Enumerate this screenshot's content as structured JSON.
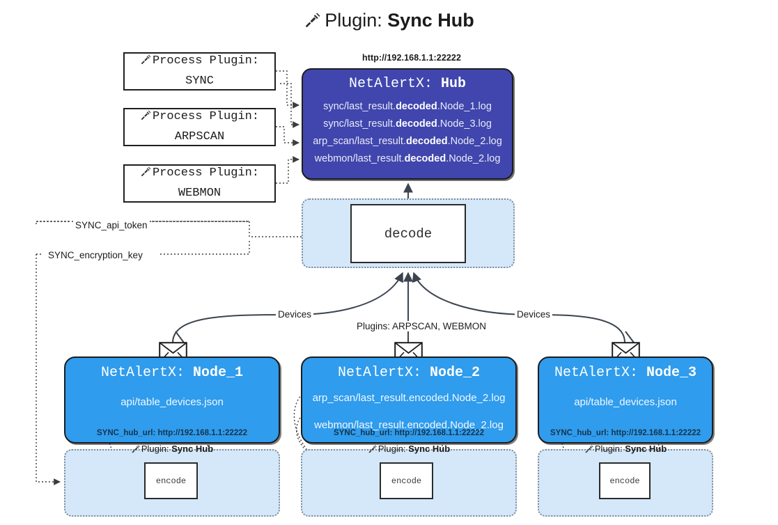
{
  "title": {
    "icon": "plug-icon",
    "prefix": "Plugin:",
    "name": "Sync Hub"
  },
  "process_plugins": [
    {
      "icon": "plug-icon",
      "line1": "Process Plugin:",
      "line2": "SYNC"
    },
    {
      "icon": "plug-icon",
      "line1": "Process Plugin:",
      "line2": "ARPSCAN"
    },
    {
      "icon": "plug-icon",
      "line1": "Process Plugin:",
      "line2": "WEBMON"
    }
  ],
  "hub": {
    "url": "http://192.168.1.1:22222",
    "title_prefix": "NetAlertX:",
    "title_name": "Hub",
    "loglines": [
      {
        "pre": "sync/last_result.",
        "em": "decoded",
        "post": ".Node_1.log"
      },
      {
        "pre": "sync/last_result.",
        "em": "decoded",
        "post": ".Node_3.log"
      },
      {
        "pre": "arp_scan/last_result.",
        "em": "decoded",
        "post": ".Node_2.log"
      },
      {
        "pre": "webmon/last_result.",
        "em": "decoded",
        "post": ".Node_2.log"
      }
    ]
  },
  "decode": {
    "label": "decode"
  },
  "edge_labels": {
    "api_token": "SYNC_api_token",
    "encryption_key": "SYNC_encryption_key",
    "devices_left": "Devices",
    "devices_right": "Devices",
    "plugins_mid": "Plugins: ARPSCAN, WEBMON"
  },
  "nodes": [
    {
      "marker": "envelope-icon",
      "title_prefix": "NetAlertX:",
      "title_name": "Node_1",
      "lines": [
        "api/table_devices.json"
      ],
      "footer": "SYNC_hub_url: http://192.168.1.1:22222"
    },
    {
      "marker": "envelope-icon",
      "title_prefix": "NetAlertX:",
      "title_name": "Node_2",
      "lines": [
        "arp_scan/last_result.encoded.Node_2.log",
        "webmon/last_result.encoded.Node_2.log"
      ],
      "footer": "SYNC_hub_url: http://192.168.1.1:22222"
    },
    {
      "marker": "envelope-icon",
      "title_prefix": "NetAlertX:",
      "title_name": "Node_3",
      "lines": [
        "api/table_devices.json"
      ],
      "footer": "SYNC_hub_url: http://192.168.1.1:22222"
    }
  ],
  "plugin_subgraphs": [
    {
      "icon": "plug-icon",
      "prefix": "Plugin:",
      "name": "Sync Hub",
      "box": "encode"
    },
    {
      "icon": "plug-icon",
      "prefix": "Plugin:",
      "name": "Sync Hub",
      "box": "encode"
    },
    {
      "icon": "plug-icon",
      "prefix": "Plugin:",
      "name": "Sync Hub",
      "box": "encode"
    }
  ],
  "colors": {
    "hub_fill": "#4046ad",
    "node_fill": "#2f9ced",
    "subgraph_fill": "#d4e8fa",
    "stroke": "#1d1d1d",
    "dotted_stroke": "#808a93",
    "background": "#ffffff"
  }
}
